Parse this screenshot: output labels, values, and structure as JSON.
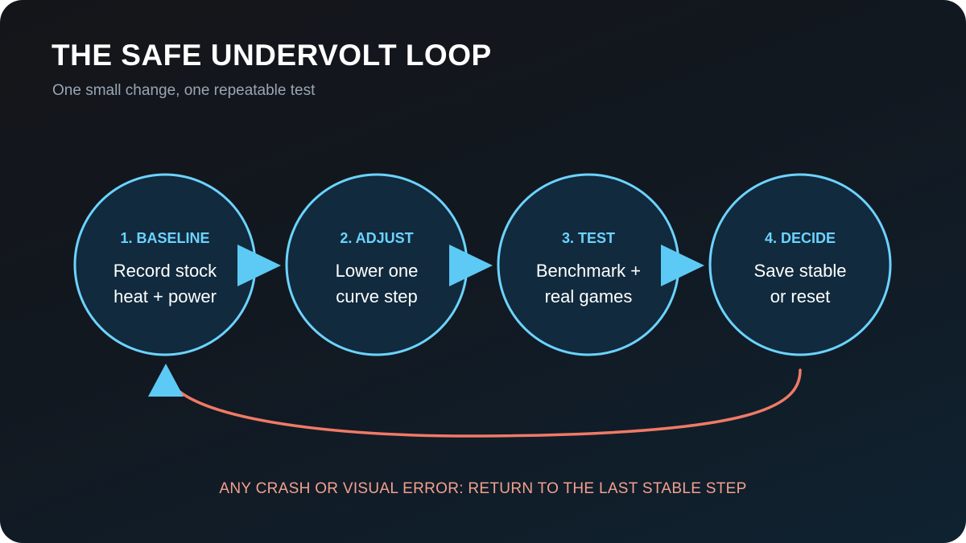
{
  "title": "THE SAFE UNDERVOLT LOOP",
  "subtitle": "One small change, one repeatable test",
  "steps": [
    {
      "label": "1. BASELINE",
      "lines": [
        "Record stock",
        "heat + power"
      ]
    },
    {
      "label": "2. ADJUST",
      "lines": [
        "Lower one",
        "curve step"
      ]
    },
    {
      "label": "3. TEST",
      "lines": [
        "Benchmark +",
        "real games"
      ]
    },
    {
      "label": "4. DECIDE",
      "lines": [
        "Save stable",
        "or reset"
      ]
    }
  ],
  "footer": "ANY CRASH OR VISUAL ERROR: RETURN TO THE LAST STABLE STEP",
  "colors": {
    "accent": "#6cd3ff",
    "loop": "#f07a66",
    "footer": "#f4a08f"
  }
}
